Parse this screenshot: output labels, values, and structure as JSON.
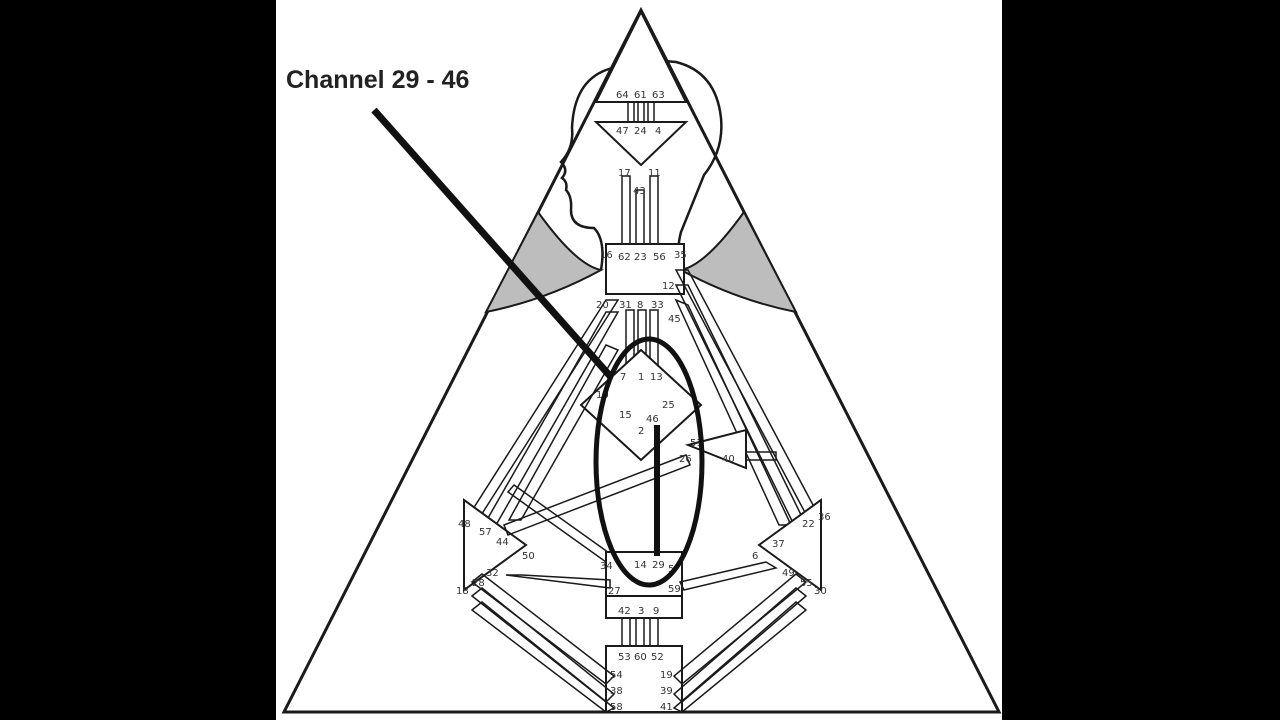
{
  "caption": "Channel 29 - 46",
  "colors": {
    "background": "#000000",
    "panel": "#ffffff",
    "ink": "#1a1a1a",
    "shade": "#bdbdbd"
  },
  "gates": {
    "g64": "64",
    "g61": "61",
    "g63": "63",
    "g47": "47",
    "g24": "24",
    "g4": "4",
    "g17": "17",
    "g11": "11",
    "g43": "43",
    "g16": "16",
    "g62": "62",
    "g23": "23",
    "g56": "56",
    "g35": "35",
    "g12": "12",
    "g20": "20",
    "g31": "31",
    "g8": "8",
    "g33": "33",
    "g45": "45",
    "g7": "7",
    "g1": "1",
    "g13": "13",
    "g25": "25",
    "g10": "10",
    "g15": "15",
    "g2": "2",
    "g46": "46",
    "g51": "51",
    "g26": "26",
    "g40": "40",
    "g48": "48",
    "g57": "57",
    "g44": "44",
    "g50": "50",
    "g22": "22",
    "g36": "36",
    "g37": "37",
    "g6": "6",
    "g32": "32",
    "g28": "28",
    "g18": "18",
    "g49": "49",
    "g55": "55",
    "g30": "30",
    "g34": "34",
    "g14": "14",
    "g29": "29",
    "g5": "5",
    "g27": "27",
    "g59": "59",
    "g42": "42",
    "g3": "3",
    "g9": "9",
    "g53": "53",
    "g60": "60",
    "g52": "52",
    "g54": "54",
    "g38": "38",
    "g58": "58",
    "g19": "19",
    "g39": "39",
    "g41": "41"
  }
}
